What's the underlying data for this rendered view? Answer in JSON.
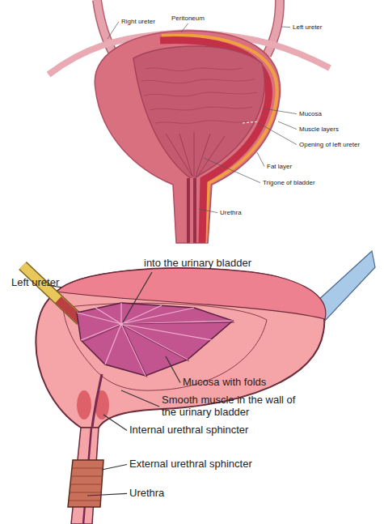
{
  "diagram": {
    "labels": [
      "Right ureter",
      "Peritoneum",
      "Left ureter",
      "Mucosa",
      "Muscle layers",
      "Opening of left ureter",
      "Fat layer",
      "Trigone of bladder",
      "Urethra",
      "Left ureter",
      "into the urinary bladder",
      "Mucosa with folds",
      "Smooth muscle in the wall of the urinary bladder",
      "Internal urethral sphincter",
      "External urethral sphincter",
      "Urethra"
    ]
  }
}
